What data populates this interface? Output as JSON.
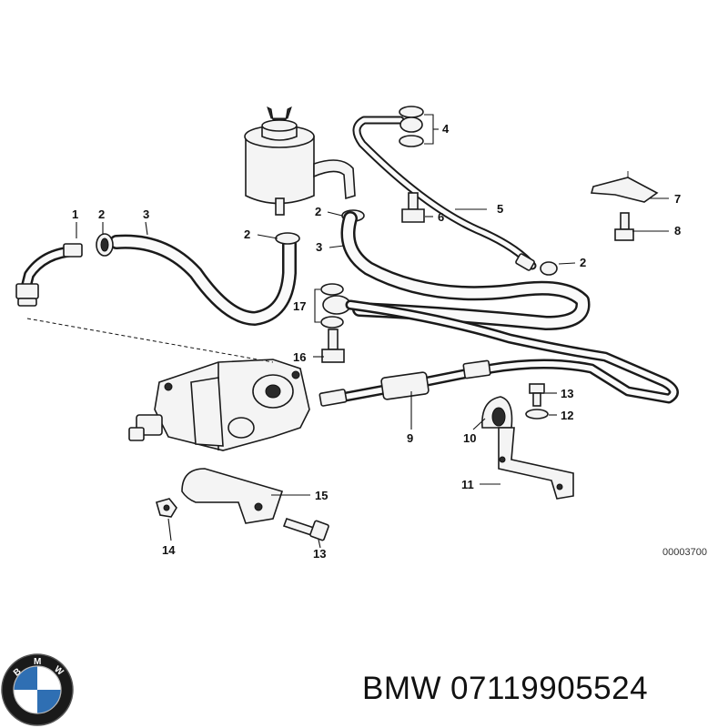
{
  "diagram": {
    "reference_code": "00003700",
    "callouts": {
      "c1": "1",
      "c2a": "2",
      "c3a": "3",
      "c2b": "2",
      "c2c": "2",
      "c3b": "3",
      "c4": "4",
      "c5": "5",
      "c6": "6",
      "c7": "7",
      "c8": "8",
      "c2d": "2",
      "c17": "17",
      "c16": "16",
      "c9": "9",
      "c10": "10",
      "c11": "11",
      "c12": "12",
      "c13a": "13",
      "c15": "15",
      "c14": "14",
      "c13b": "13"
    }
  },
  "logo": {
    "letters": "BMW",
    "colors": {
      "blue": "#2f6fb3",
      "white": "#ffffff",
      "ring": "#1a1a1a"
    }
  },
  "footer": {
    "brand": "BMW",
    "part_number": "07119905524"
  }
}
